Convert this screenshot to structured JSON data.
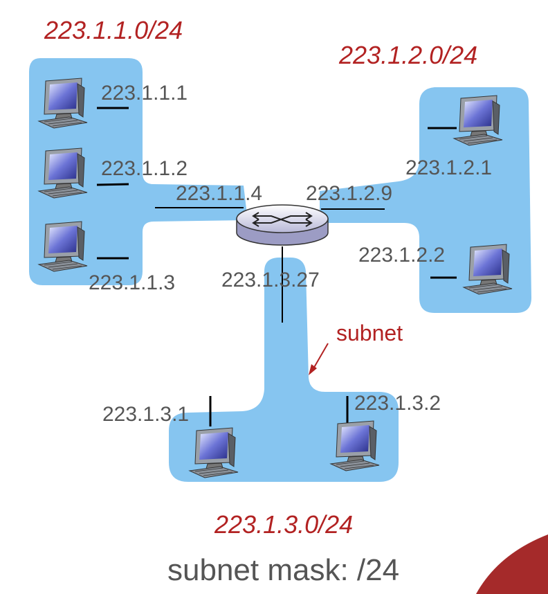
{
  "subnets": {
    "s1": {
      "prefix": "223.1.1.0/24",
      "hosts": [
        "223.1.1.1",
        "223.1.1.2",
        "223.1.1.3"
      ],
      "router_iface": "223.1.1.4"
    },
    "s2": {
      "prefix": "223.1.2.0/24",
      "hosts": [
        "223.1.2.1",
        "223.1.2.2"
      ],
      "router_iface": "223.1.2.9"
    },
    "s3": {
      "prefix": "223.1.3.0/24",
      "hosts": [
        "223.1.3.1",
        "223.1.3.2"
      ],
      "router_iface": "223.1.3.27"
    }
  },
  "subnet_label": "subnet",
  "mask_label": "subnet mask: /24",
  "colors": {
    "subnet_fill": "#86c5f0",
    "label_red": "#b22222",
    "text_gray": "#555555",
    "corner": "#a52a2a"
  }
}
